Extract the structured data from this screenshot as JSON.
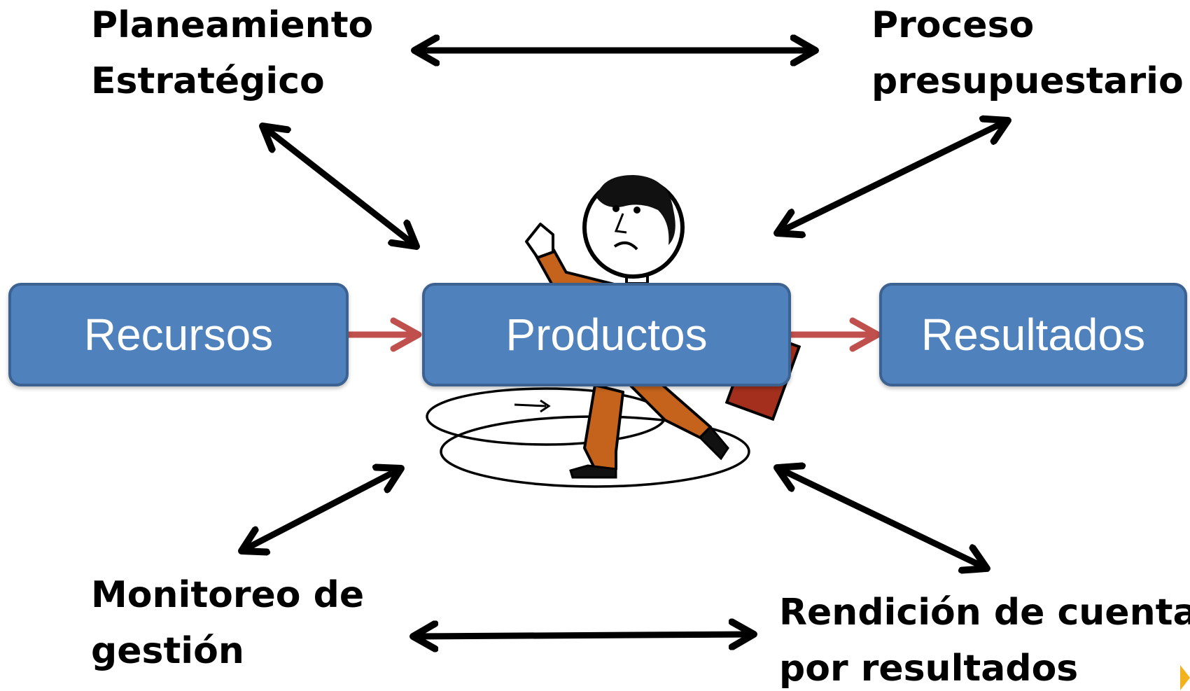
{
  "labels": {
    "planeamiento_line1": "Planeamiento",
    "planeamiento_line2": "Estratégico",
    "proceso_line1": "Proceso",
    "proceso_line2": "presupuestario",
    "monitoreo_line1": "Monitoreo de",
    "monitoreo_line2": "gestión",
    "rendicion_line1": "Rendición de cuentas",
    "rendicion_line2": "por resultados"
  },
  "boxes": {
    "recursos": "Recursos",
    "productos": "Productos",
    "resultados": "Resultados"
  },
  "colors": {
    "box_fill": "#4f81bd",
    "box_border": "#3b6291",
    "flow_arrow": "#c0504d",
    "relation_arrow": "#000000",
    "figure_body": "#c5631c",
    "figure_box": "#a42f1d",
    "corner_accent": "#f2b21c"
  },
  "figure": "worried-person-spinning-icon"
}
